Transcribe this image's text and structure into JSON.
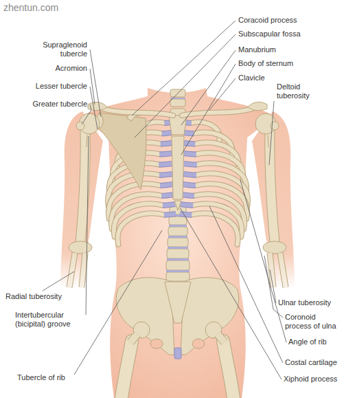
{
  "diagram": {
    "labels": [
      "zhentun.com",
      "Coracoid process",
      "Subscapular fossa",
      "Manubrium",
      "Body of sternum",
      "Clavicle",
      "Deltoid tuberosity",
      "Supraglenoid tubercle",
      "Acromion",
      "Lesser tubercle",
      "Greater tubercle",
      "Radial tuberosity",
      "Intertubercular (bicipital) groove",
      "Tubercle of rib",
      "Ulnar tuberosity",
      "Coronoid process of ulna",
      "Angle of rib",
      "Costal cartilage",
      "Xiphoid process"
    ]
  }
}
